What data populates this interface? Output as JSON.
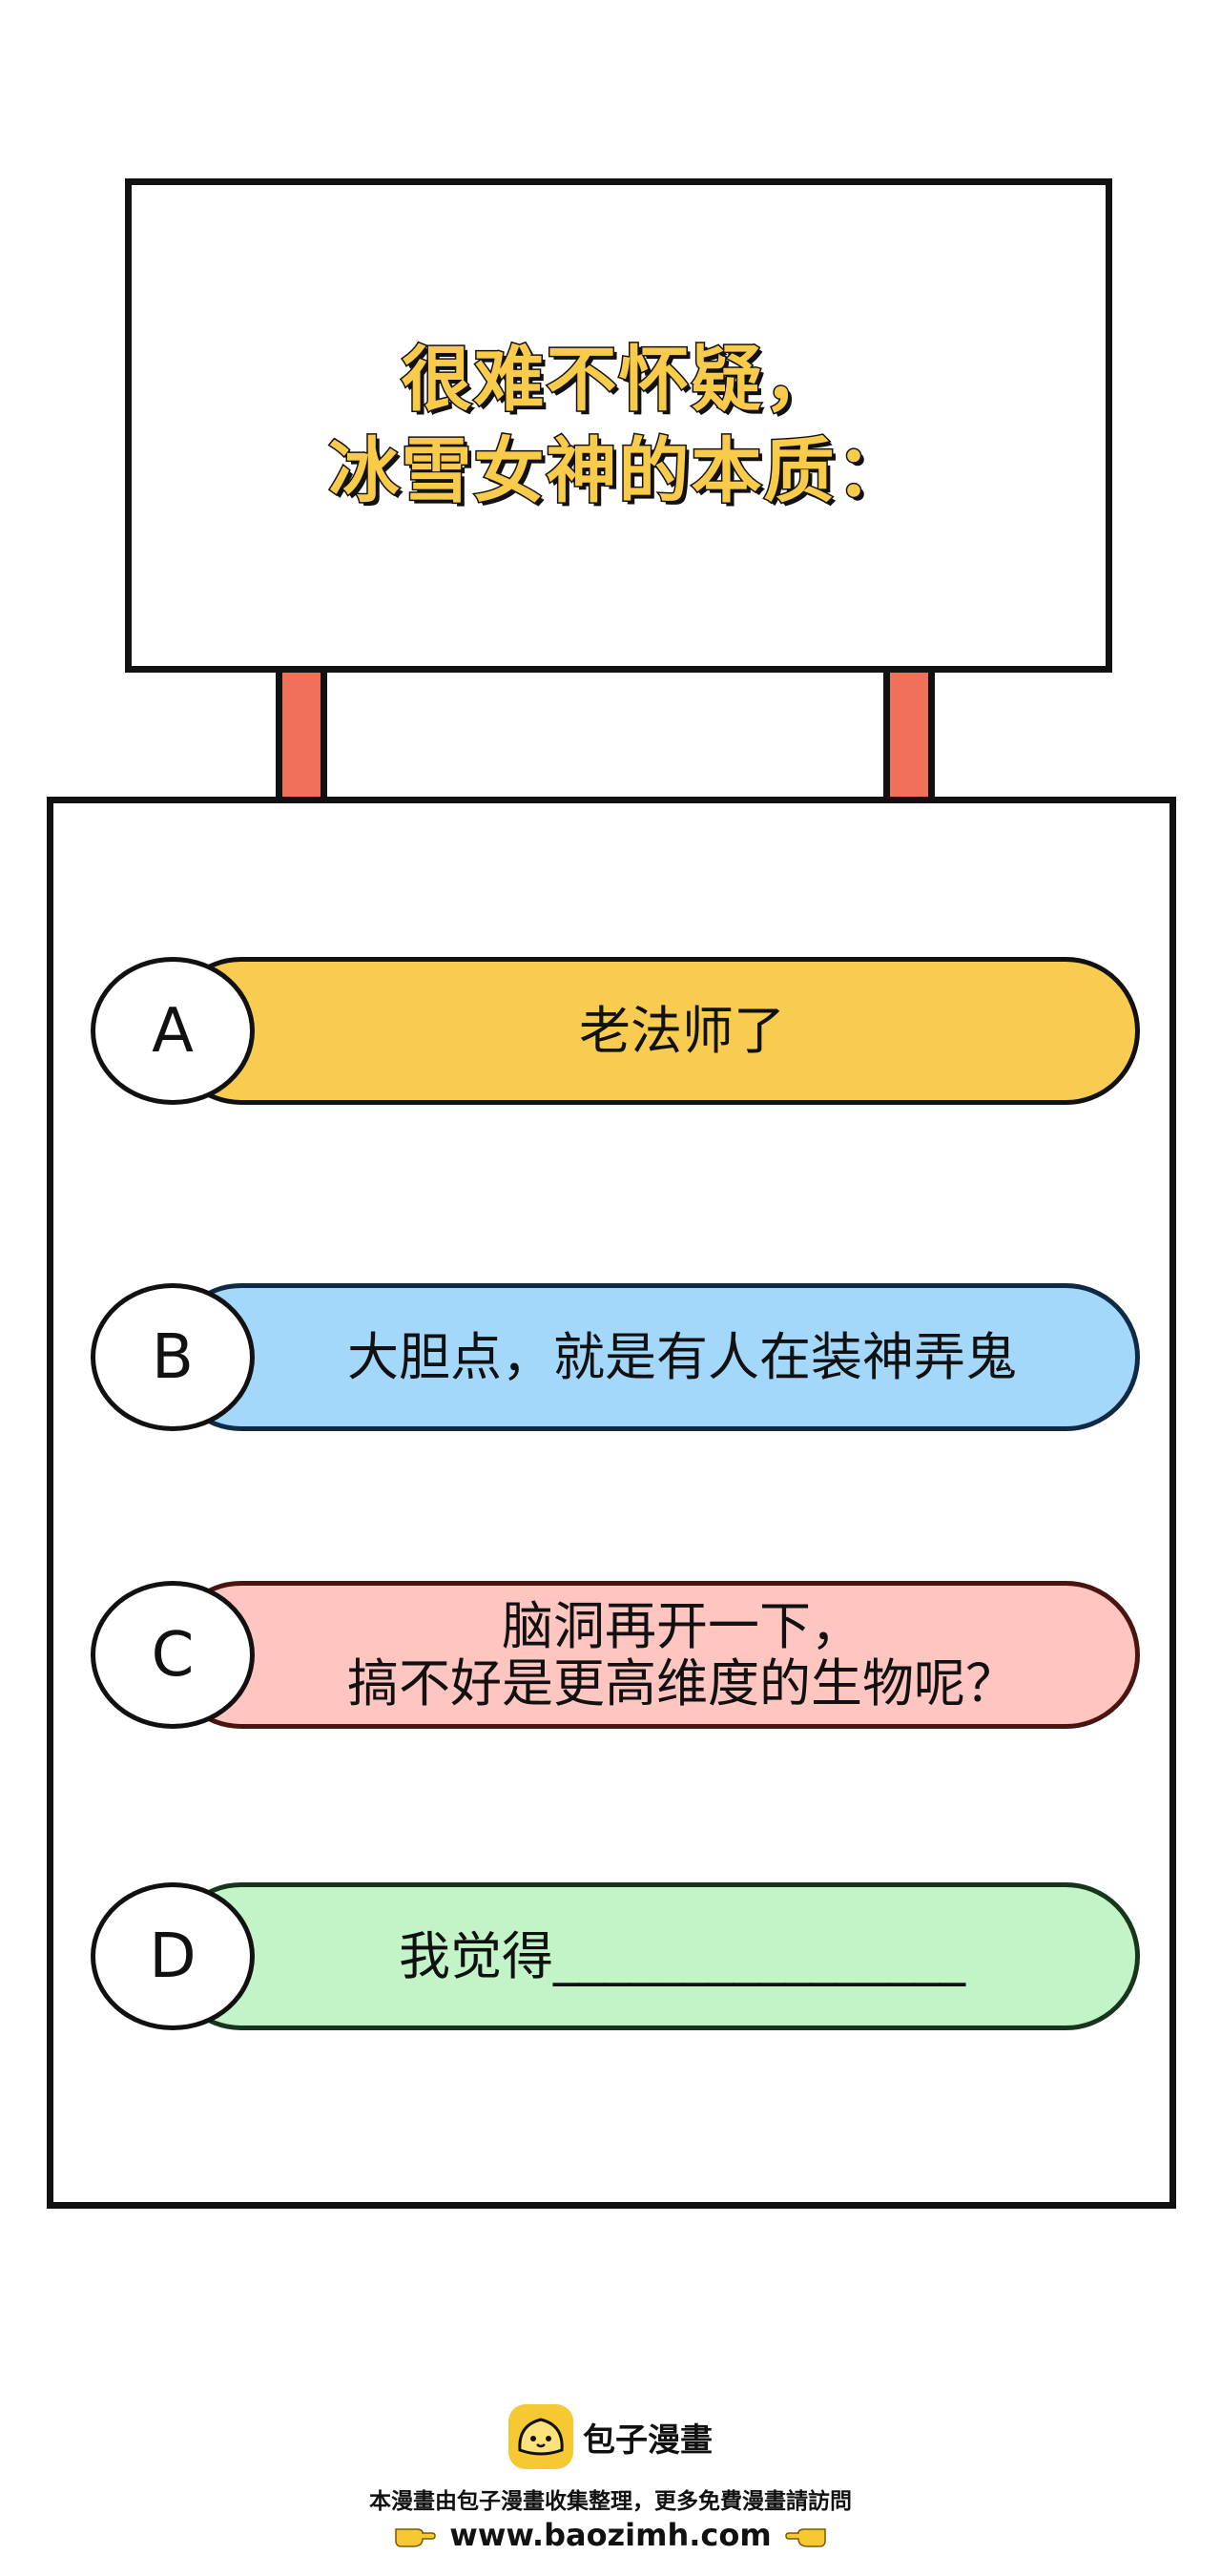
{
  "sign": {
    "line1": "很难不怀疑，",
    "line2": "冰雪女神的本质："
  },
  "options": [
    {
      "letter": "A",
      "text": "老法师了",
      "bg": "#f8cc50",
      "border": "#111111"
    },
    {
      "letter": "B",
      "text": "大胆点，就是有人在装神弄鬼",
      "bg": "#a3d8fb",
      "border": "#0f2a44"
    },
    {
      "letter": "C",
      "text": "脑洞再开一下，\n搞不好是更高维度的生物呢？",
      "bg": "#ffc6c1",
      "border": "#4a1511"
    },
    {
      "letter": "D",
      "text": "我觉得________________",
      "bg": "#c3f4c8",
      "border": "#16351a"
    }
  ],
  "footer": {
    "brand": "包子漫畫",
    "notice": "本漫畫由包子漫畫收集整理，更多免費漫畫請訪問",
    "url": "www.baozimh.com"
  },
  "colors": {
    "title_fill": "#f9cb4b",
    "post": "#f1705a",
    "brand_yellow": "#f6c832"
  },
  "icons": {
    "brand": "bun-logo-icon",
    "left_hand": "pointing-right-hand-icon",
    "right_hand": "pointing-left-hand-icon"
  }
}
